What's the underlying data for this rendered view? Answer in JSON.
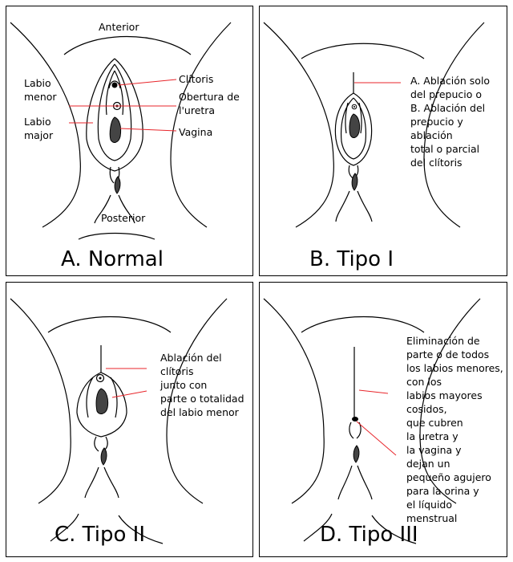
{
  "panels": {
    "a": {
      "title": "A. Normal",
      "labels": {
        "anterior": "Anterior",
        "posterior": "Posterior",
        "labio_menor": [
          "Labio",
          "menor"
        ],
        "labio_major": [
          "Labio",
          "major"
        ],
        "clitoris": "Clítoris",
        "uretra": [
          "Obertura de",
          "l'uretra"
        ],
        "vagina": "Vagina"
      }
    },
    "b": {
      "title": "B. Tipo I",
      "description": [
        "A. Ablación solo",
        "del prepucio o",
        "B. Ablación del",
        "prepucio y",
        "ablación",
        "total o parcial",
        "del clítoris"
      ]
    },
    "c": {
      "title": "C. Tipo II",
      "description": [
        "Ablación del",
        "clítoris",
        "junto con",
        "parte o totalidad",
        "del labio menor"
      ]
    },
    "d": {
      "title": "D. Tipo III",
      "description": [
        "Eliminación de",
        "parte o de todos",
        "los labios menores,",
        "con los",
        "labios mayores",
        "cosidos,",
        "que cubren",
        "la uretra y",
        "la vagina y",
        "dejan un",
        "pequeño agujero",
        "para la orina y",
        "el líquido",
        "menstrual"
      ]
    }
  },
  "colors": {
    "line": "#000000",
    "pointer": "#e8262b",
    "fill_dark": "#444444"
  }
}
